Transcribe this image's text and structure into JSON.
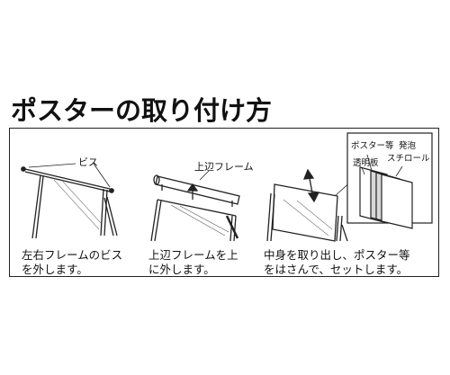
{
  "title": "ポスターの取り付け方",
  "labels": {
    "screws": "ビス",
    "top_frame": "上辺フレーム",
    "poster": "ポスター等",
    "clear_board": "透明板",
    "foam": "発泡",
    "styrofoam": "スチロール"
  },
  "steps": [
    {
      "line1": "左右フレームのビス",
      "line2": "を外します。"
    },
    {
      "line1": "上辺フレームを上",
      "line2": "に外します。"
    },
    {
      "line1": "中身を取り出し、ポスター等",
      "line2": "をはさんで、セットします。"
    }
  ]
}
